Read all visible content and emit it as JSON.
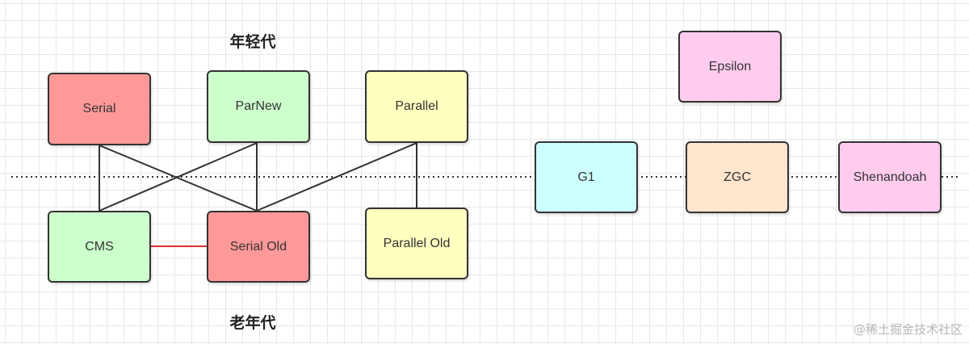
{
  "headings": {
    "young": "年轻代",
    "old": "老年代"
  },
  "nodes": {
    "serial": "Serial",
    "parnew": "ParNew",
    "parallel": "Parallel",
    "cms": "CMS",
    "serial_old": "Serial Old",
    "parallel_old": "Parallel Old",
    "g1": "G1",
    "zgc": "ZGC",
    "shenandoah": "Shenandoah",
    "epsilon": "Epsilon"
  },
  "colors": {
    "red_fill": "#ff9999",
    "green_fill": "#ccffcc",
    "yellow_fill": "#ffffc0",
    "cyan_fill": "#ccffff",
    "peach_fill": "#ffe6cc",
    "pink_fill": "#ffccee",
    "connector": "#333333",
    "cms_serial_old_link": "#e03030"
  },
  "watermark": "@稀土掘金技术社区"
}
